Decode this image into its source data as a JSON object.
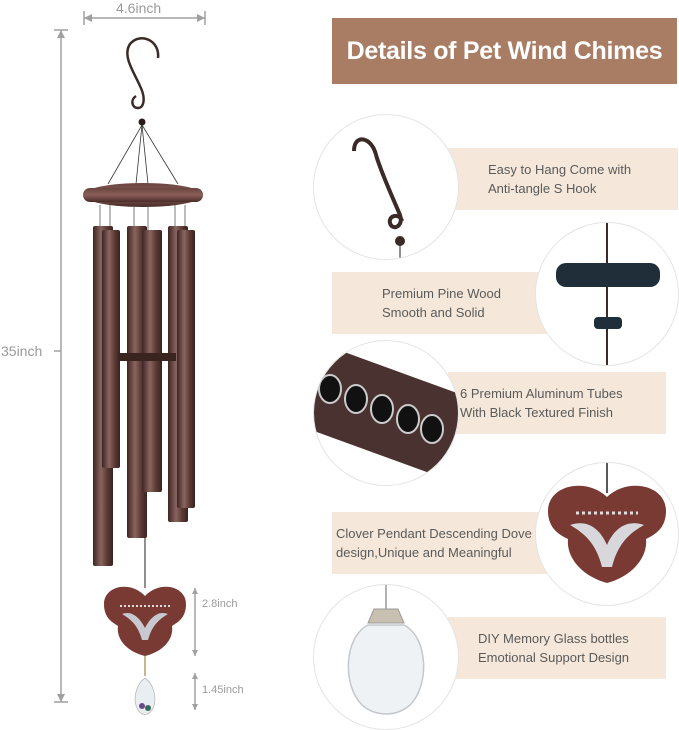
{
  "dimensions": {
    "width_label": "4.6inch",
    "height_label": "35inch",
    "pendant_label": "2.8inch",
    "bottle_label": "1.45inch"
  },
  "title": "Details of Pet Wind Chimes",
  "features": [
    {
      "line1": "Easy to Hang Come with",
      "line2": "Anti-tangle S Hook",
      "icon": "s-hook-icon"
    },
    {
      "line1": "Premium Pine Wood",
      "line2": "Smooth and Solid",
      "icon": "wood-disc-icon"
    },
    {
      "line1": "6 Premium Aluminum Tubes",
      "line2": "With Black Textured Finish",
      "icon": "tubes-icon"
    },
    {
      "line1": "Clover Pendant Descending Dove",
      "line2": "design,Unique and Meaningful",
      "icon": "dove-pendant-icon"
    },
    {
      "line1": "DIY Memory Glass bottles",
      "line2": "Emotional Support Design",
      "icon": "glass-bottle-icon"
    }
  ],
  "colors": {
    "title_bg": "#a97c64",
    "feature_bg": "#f5e8da",
    "metal": "#5c3a34",
    "dimension_line": "#a0a0a0"
  }
}
